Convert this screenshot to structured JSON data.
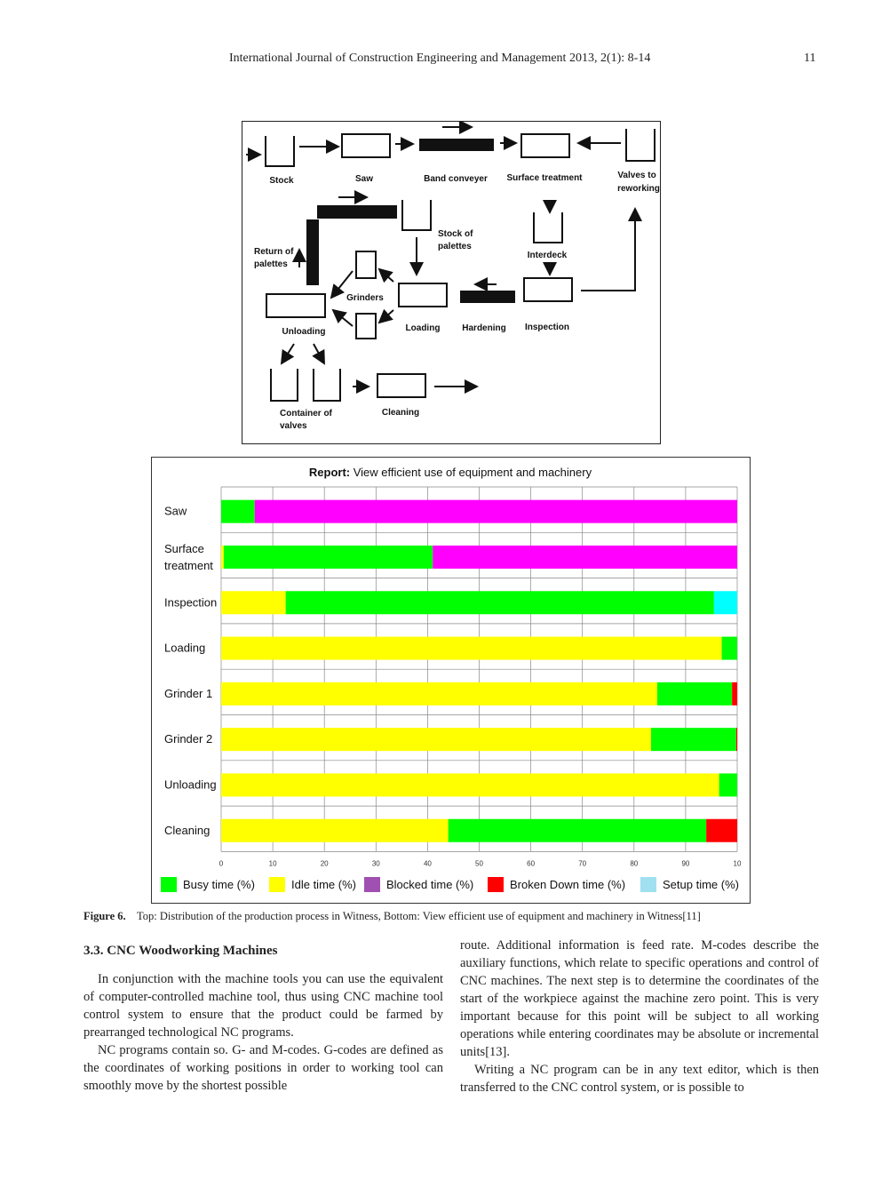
{
  "header": {
    "journal": "International Journal of Construction Engineering and Management 2013, 2(1): 8-14",
    "page_number": "11"
  },
  "flow_diagram": {
    "labels": {
      "stock": "Stock",
      "saw": "Saw",
      "band_conveyer": "Band conveyer",
      "surface_treatment": "Surface treatment",
      "valves_to": "Valves to",
      "reworking": "reworking",
      "stock_of": "Stock of",
      "palettes": "palettes",
      "return_of": "Return of",
      "return_palettes": "palettes",
      "interdeck": "Interdeck",
      "grinders": "Grinders",
      "unloading": "Unloading",
      "loading": "Loading",
      "hardening": "Hardening",
      "inspection": "Inspection",
      "container_of": "Container of",
      "valves": "valves",
      "cleaning": "Cleaning"
    }
  },
  "chart_data": {
    "type": "bar",
    "stacked": true,
    "orientation": "horizontal",
    "title_bold": "Report:",
    "title_rest": " View efficient use of equipment and machinery",
    "categories": [
      "Saw",
      "Surface treatment",
      "Inspection",
      "Loading",
      "Grinder 1",
      "Grinder 2",
      "Unloading",
      "Cleaning"
    ],
    "category_lines": [
      [
        "Saw"
      ],
      [
        "Surface",
        "treatment"
      ],
      [
        "Inspection"
      ],
      [
        "Loading"
      ],
      [
        "Grinder 1"
      ],
      [
        "Grinder 2"
      ],
      [
        "Unloading"
      ],
      [
        "Cleaning"
      ]
    ],
    "series": [
      {
        "name": "Busy time (%)",
        "color": "#00ff00",
        "values": [
          6.5,
          40.5,
          83,
          3,
          14.5,
          16.5,
          3.5,
          50
        ]
      },
      {
        "name": "Idle time (%)",
        "color": "#ffff00",
        "values": [
          0,
          0.5,
          12.5,
          97,
          84.5,
          83.3,
          96.5,
          44
        ]
      },
      {
        "name": "Blocked time (%)",
        "color": "#ff00ff",
        "values": [
          93.5,
          59,
          0,
          0,
          0,
          0,
          0,
          0
        ]
      },
      {
        "name": "Broken Down time (%)",
        "color": "#ff0000",
        "values": [
          0,
          0,
          0,
          0,
          1,
          0.2,
          0,
          6
        ]
      },
      {
        "name": "Setup time (%)",
        "color": "#00ffff",
        "values": [
          0,
          0,
          4.5,
          0,
          0,
          0,
          0,
          0
        ]
      }
    ],
    "stack_order": [
      1,
      0,
      2,
      3,
      4
    ],
    "legend": [
      {
        "name": "Busy time (%)",
        "color": "#00ff00"
      },
      {
        "name": "Idle time (%)",
        "color": "#ffff00"
      },
      {
        "name": "Blocked time (%)",
        "color": "#a050b0"
      },
      {
        "name": "Broken Down time (%)",
        "color": "#ff0000"
      },
      {
        "name": "Setup time (%)",
        "color": "#a0e0f0"
      }
    ],
    "xticks": [
      "0",
      "10",
      "20",
      "30",
      "40",
      "50",
      "60",
      "70",
      "80",
      "90",
      "10"
    ],
    "xlim": [
      0,
      100
    ],
    "grid": true,
    "legend_position": "bottom"
  },
  "caption": {
    "label": "Figure 6.",
    "text": "Top: Distribution of the production process in Witness, Bottom: View efficient use of equipment and machinery in Witness[11]"
  },
  "section": {
    "heading": "3.3. CNC Woodworking Machines"
  },
  "body": {
    "left_p1": "In conjunction with the machine tools you can use the equivalent of computer-controlled machine tool, thus using CNC machine tool control system to ensure that the product could be farmed by prearranged technological NC programs.",
    "left_p2": "NC programs contain so. G- and M-codes. G-codes are defined as the coordinates of working positions in order to working tool can smoothly move by the shortest possible",
    "right_p1": "route. Additional information is feed rate. M-codes describe the auxiliary functions, which relate to specific operations and control of CNC machines. The next step is to determine the coordinates of the start of the workpiece against the machine zero point. This is very important because for this point will be subject to all working operations while entering coordinates may be absolute or incremental units[13].",
    "right_p2": "Writing a NC program can be in any text editor, which is then transferred to the CNC control system, or is possible to"
  }
}
